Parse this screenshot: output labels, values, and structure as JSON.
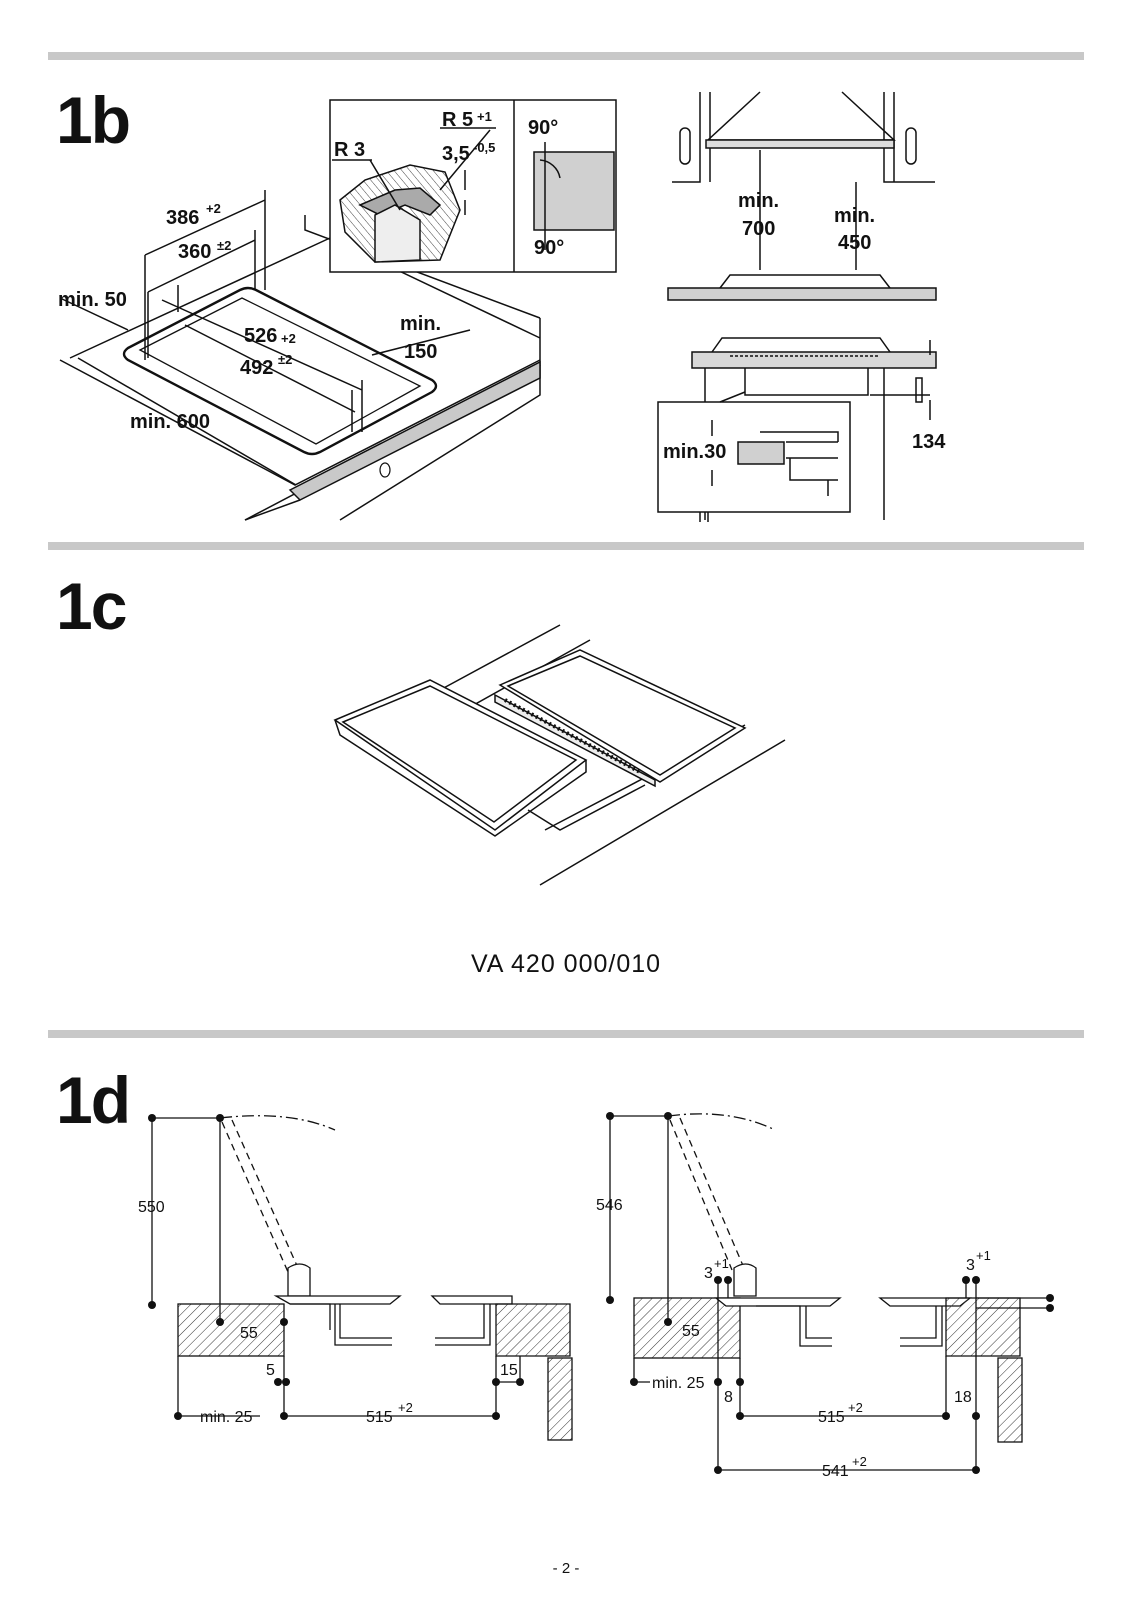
{
  "sections": {
    "b": "1b",
    "c": "1c",
    "d": "1d"
  },
  "fig1b": {
    "d386": "386",
    "d386_tol": "+2",
    "d360": "360",
    "d360_tol": "±2",
    "d526": "526",
    "d526_tol": "+2",
    "d492": "492",
    "d492_tol": "±2",
    "min50": "min. 50",
    "min600": "min. 600",
    "min150_a": "min.",
    "min150_b": "150",
    "r3": "R 3",
    "r5": "R 5",
    "r5_tol": "+1",
    "d35": "3,5",
    "d35_tol": "-0,5",
    "angle_top": "90°",
    "angle_bottom": "90°",
    "min700_a": "min.",
    "min700_b": "700",
    "min450_a": "min.",
    "min450_b": "450",
    "min30": "min.30",
    "d134": "134"
  },
  "fig1c": {
    "model": "VA 420 000/010"
  },
  "fig1d": {
    "left": {
      "h550": "550",
      "d55": "55",
      "d5": "5",
      "d15": "15",
      "min25": "min. 25",
      "d515": "515",
      "d515_tol": "+2"
    },
    "right": {
      "h546": "546",
      "d3a": "3",
      "d3a_tol": "+1",
      "d3b": "3",
      "d3b_tol": "+1",
      "d55": "55",
      "min25": "min. 25",
      "d8": "8",
      "d515": "515",
      "d515_tol": "+2",
      "d18": "18",
      "d541": "541",
      "d541_tol": "+2"
    }
  },
  "footer": {
    "page": "- 2 -"
  }
}
